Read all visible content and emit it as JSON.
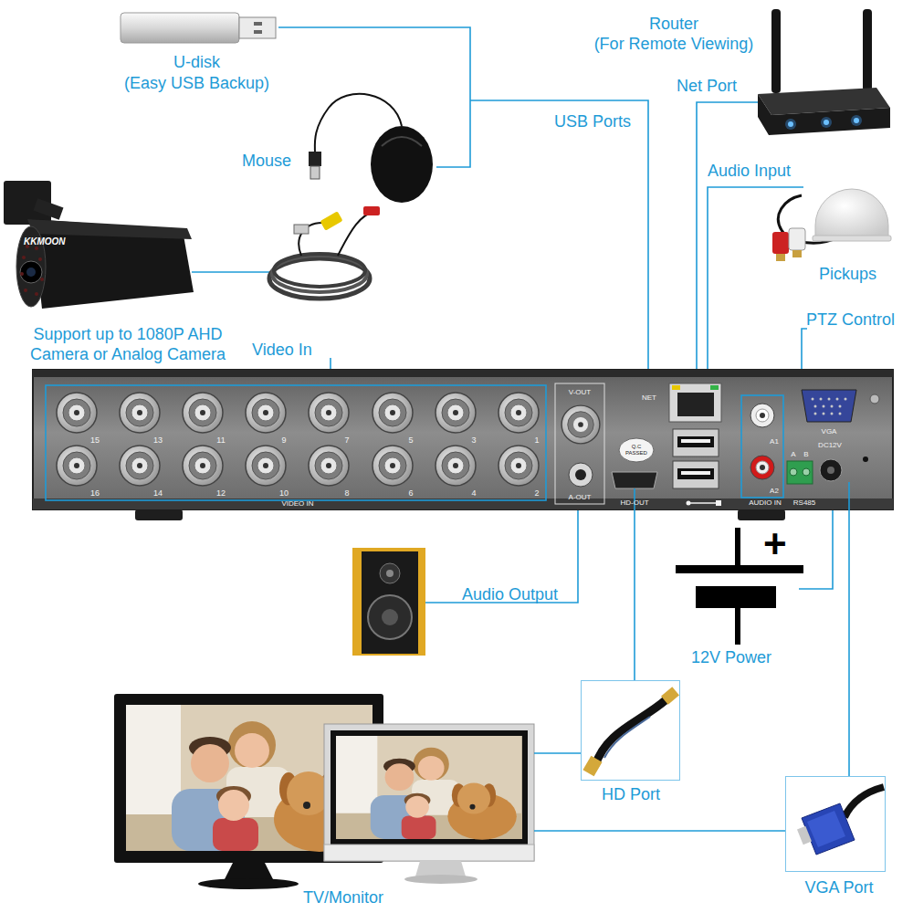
{
  "diagram": {
    "nodes": [
      {
        "text": [
          "15",
          "13",
          "11",
          "9",
          "7",
          "5",
          "3",
          "1",
          "V-OUT",
          "NET",
          "VGA",
          "Q.C PASSED",
          "A1",
          "A",
          "B",
          "DC12V",
          "16",
          "14",
          "12",
          "10",
          "8",
          "6",
          "4",
          "2",
          "A-OUT",
          "A2",
          "VIDEO IN",
          "HD-OUT",
          "AUDIO IN",
          "RS485"
        ]
      },
      {
        "text": [
          "HD Port"
        ]
      },
      {
        "text": [
          "TV/Monitor"
        ]
      },
      {
        "text": [
          "VGA Port"
        ]
      }
    ],
    "edges": [
      {
        "from": 0,
        "to": 1,
        "arrow": "none"
      },
      {
        "from": 1,
        "to": 2,
        "arrow": "none"
      },
      {
        "from": 0,
        "to": 3,
        "arrow": "none"
      },
      {
        "from": 3,
        "to": 2,
        "arrow": "none"
      }
    ],
    "labels": [
      "U-disk (Easy USB Backup)",
      "Router (For Remote Viewing)",
      "Net Port",
      "USB Ports",
      "Mouse",
      "Audio Input",
      "KKMOON",
      "Pickups",
      "PTZ Control",
      "Support up to 1080P AHD Camera or Analog Camera",
      "Video In",
      "+",
      "Audio Output",
      "12V Power"
    ]
  }
}
